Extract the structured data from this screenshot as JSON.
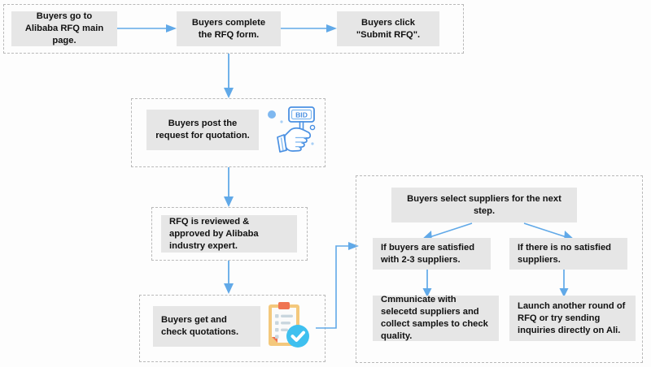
{
  "diagram": {
    "title": "Alibaba RFQ process flowchart",
    "accent_arrow_color": "#61a9e8",
    "node_fill": "#e6e6e6",
    "node_text_color": "#111111",
    "group_border_color": "#b9b9b9",
    "background": "#fdfdfd"
  },
  "groups": [
    {
      "name": "submit-rfq-stage"
    },
    {
      "name": "post-request-stage"
    },
    {
      "name": "review-stage"
    },
    {
      "name": "quotations-stage"
    },
    {
      "name": "supplier-selection-stage"
    }
  ],
  "nodes": {
    "go_to_main_page": "Buyers go to Alibaba RFQ main page.",
    "complete_form": "Buyers complete the RFQ form.",
    "click_submit": "Buyers click \"Submit RFQ\".",
    "post_request": "Buyers post  the request for quotation.",
    "reviewed_approved": "RFQ is reviewed & approved by Alibaba industry expert.",
    "get_check_quotations": "Buyers get and check quotations.",
    "select_suppliers": "Buyers select suppliers for the next step.",
    "satisfied_branch": "If buyers are satisfied with 2-3 suppliers.",
    "not_satisfied_branch": "If there is no satisfied suppliers.",
    "communicate_outcome": "Cmmunicate with selecetd suppliers and collect samples to check quality.",
    "relaunch_outcome": "Launch another round of RFQ or try sending inquiries directly on Ali."
  },
  "icons": {
    "bid_paddle": "bid-paddle-hand-icon",
    "bid_label": "BID",
    "clipboard_check": "clipboard-check-icon"
  }
}
